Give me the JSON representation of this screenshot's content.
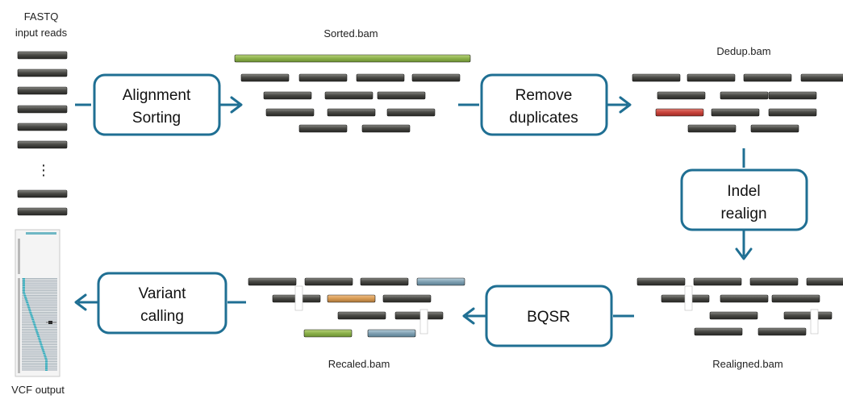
{
  "labels": {
    "fastq_line1": "FASTQ",
    "fastq_line2": "input reads",
    "fastq_ellipsis": "⋮",
    "sorted_bam": "Sorted.bam",
    "dedup_bam": "Dedup.bam",
    "realigned_bam": "Realigned.bam",
    "recaled_bam": "Recaled.bam",
    "vcf_output": "VCF output"
  },
  "steps": {
    "alignment": {
      "line1": "Alignment",
      "line2": "Sorting"
    },
    "remove_duplicates": {
      "line1": "Remove",
      "line2": "duplicates"
    },
    "indel_realign": {
      "line1": "Indel",
      "line2": "realign"
    },
    "bqsr": {
      "line1": "BQSR"
    },
    "variant_calling": {
      "line1": "Variant",
      "line2": "calling"
    }
  },
  "colors": {
    "accent": "#1f6f93",
    "read": "#3e3e3a",
    "reference_bar": "#8bb04a",
    "duplicate_read": "#c8423a",
    "recal_orange": "#d79a52",
    "recal_green": "#8ab04c",
    "recal_blue": "#7fa0b2"
  }
}
